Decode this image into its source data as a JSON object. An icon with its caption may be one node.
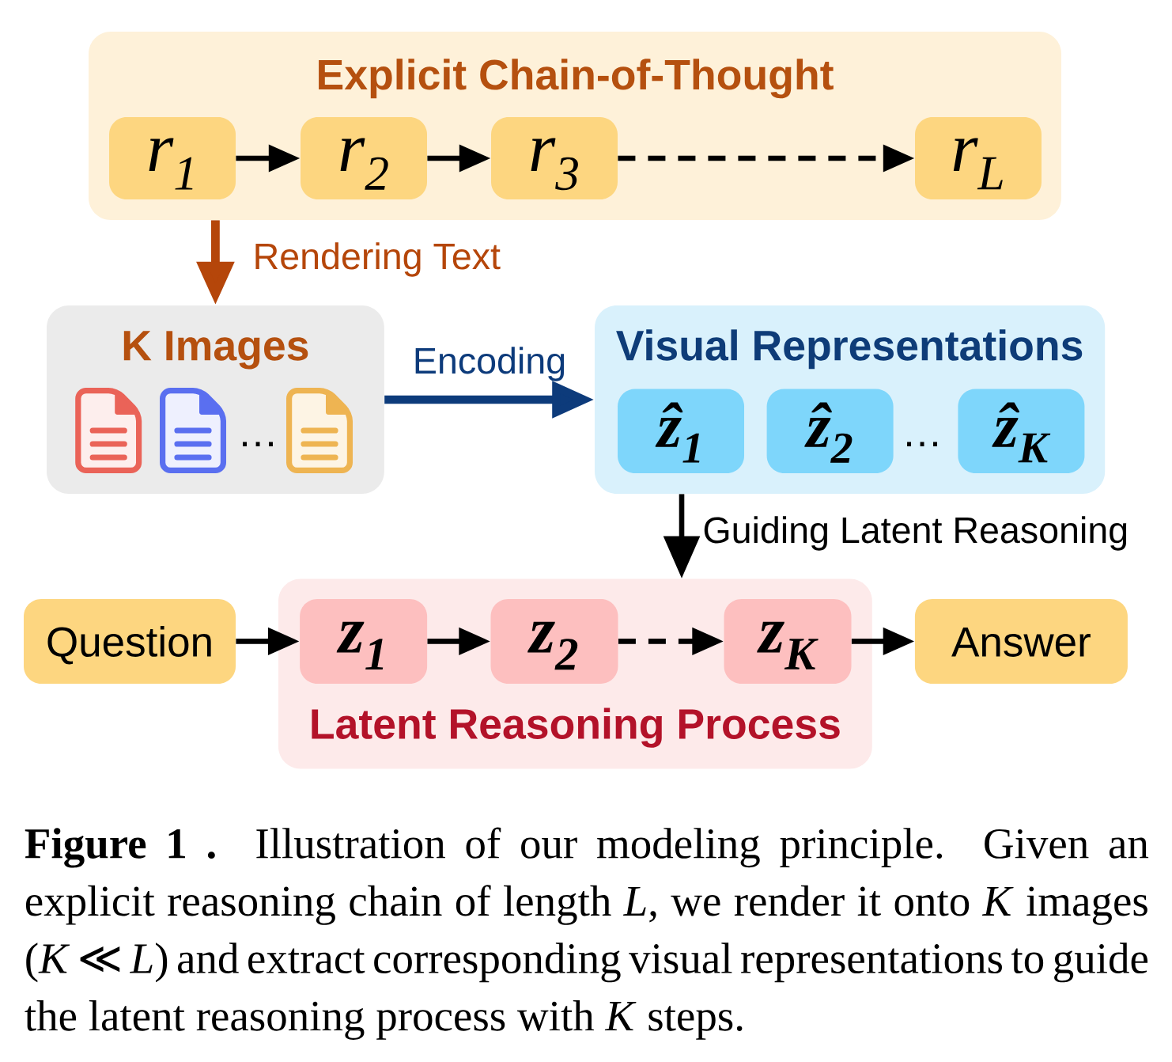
{
  "diagram": {
    "caption": "**Figure 1 .** Illustration of our modeling principle. Given an explicit reasoning chain of length *L*, we render it onto *K* images (*K* ≪ *L*) and extract corresponding visual representations to guide the latent reasoning process with *K* steps.",
    "nodes": [
      {
        "text": [
          "Explicit Chain-of-Thought"
        ]
      },
      {
        "text": [
          "r$_{1}$"
        ],
        "in": 0
      },
      {
        "text": [
          "r$_{2}$"
        ],
        "in": 0
      },
      {
        "text": [
          "r$_{3}$"
        ],
        "in": 0
      },
      {
        "text": [
          "r$_{L}$"
        ],
        "in": 0
      },
      {
        "text": [
          "K Images",
          "…"
        ]
      },
      {
        "text": [
          "Visual Representations",
          "…"
        ]
      },
      {
        "text": [
          "ẑ$_{1}$"
        ],
        "in": 6
      },
      {
        "text": [
          "ẑ$_{2}$"
        ],
        "in": 6
      },
      {
        "text": [
          "ẑ$_{K}$"
        ],
        "in": 6
      },
      {
        "text": [
          "Question"
        ]
      },
      {
        "text": [
          "Latent Reasoning Process"
        ]
      },
      {
        "text": [
          "z$_{1}$"
        ],
        "in": 11
      },
      {
        "text": [
          "z$_{2}$"
        ],
        "in": 11
      },
      {
        "text": [
          "z$_{K}$"
        ],
        "in": 11
      },
      {
        "text": [
          "Answer"
        ]
      }
    ],
    "edges": [
      {
        "from": 1,
        "to": 2,
        "arrow": "to"
      },
      {
        "from": 2,
        "to": 3,
        "arrow": "to"
      },
      {
        "from": 3,
        "to": 4,
        "arrow": "to",
        "style": "dashed"
      },
      {
        "from": 0,
        "to": 5,
        "arrow": "to",
        "label": "Rendering Text",
        "color": "#b5460a"
      },
      {
        "from": 5,
        "to": 6,
        "arrow": "to",
        "label": "Encoding",
        "color": "#0d3b7b"
      },
      {
        "from": 6,
        "to": 11,
        "arrow": "to",
        "label": "Guiding Latent Reasoning"
      },
      {
        "from": 10,
        "to": 12,
        "arrow": "to"
      },
      {
        "from": 12,
        "to": 13,
        "arrow": "to"
      },
      {
        "from": 13,
        "to": 14,
        "arrow": "to",
        "style": "dashed"
      },
      {
        "from": 14,
        "to": 15,
        "arrow": "to"
      }
    ]
  }
}
